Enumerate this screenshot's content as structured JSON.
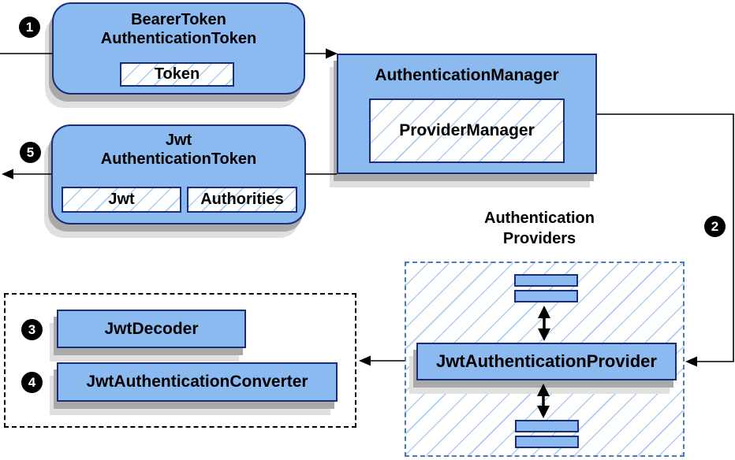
{
  "diagram": {
    "nodes": {
      "bearer_token": {
        "title_line1": "BearerToken",
        "title_line2": "AuthenticationToken",
        "field_token": "Token"
      },
      "authentication_manager": {
        "title": "AuthenticationManager",
        "inner": "ProviderManager"
      },
      "jwt_authentication_token": {
        "title_line1": "Jwt",
        "title_line2": "AuthenticationToken",
        "field_jwt": "Jwt",
        "field_authorities": "Authorities"
      },
      "authentication_providers": {
        "title_line1": "Authentication",
        "title_line2": "Providers"
      },
      "jwt_authentication_provider": {
        "label": "JwtAuthenticationProvider"
      },
      "jwt_decoder": {
        "label": "JwtDecoder"
      },
      "jwt_authentication_converter": {
        "label": "JwtAuthenticationConverter"
      }
    },
    "markers": {
      "step1": "1",
      "step2": "2",
      "step3": "3",
      "step4": "4",
      "step5": "5"
    },
    "colors": {
      "node_fill": "#8abaef",
      "node_border": "#1c2d78",
      "hatch_line": "#a9cdf3",
      "providers_dash_border": "#4a79b8",
      "black_dash_border": "#000000",
      "shadow_dark": "#a9a9a9",
      "shadow_light": "#e0e0e0",
      "connector": "#000000",
      "marker_bg": "#000000",
      "marker_text": "#ffffff"
    }
  }
}
